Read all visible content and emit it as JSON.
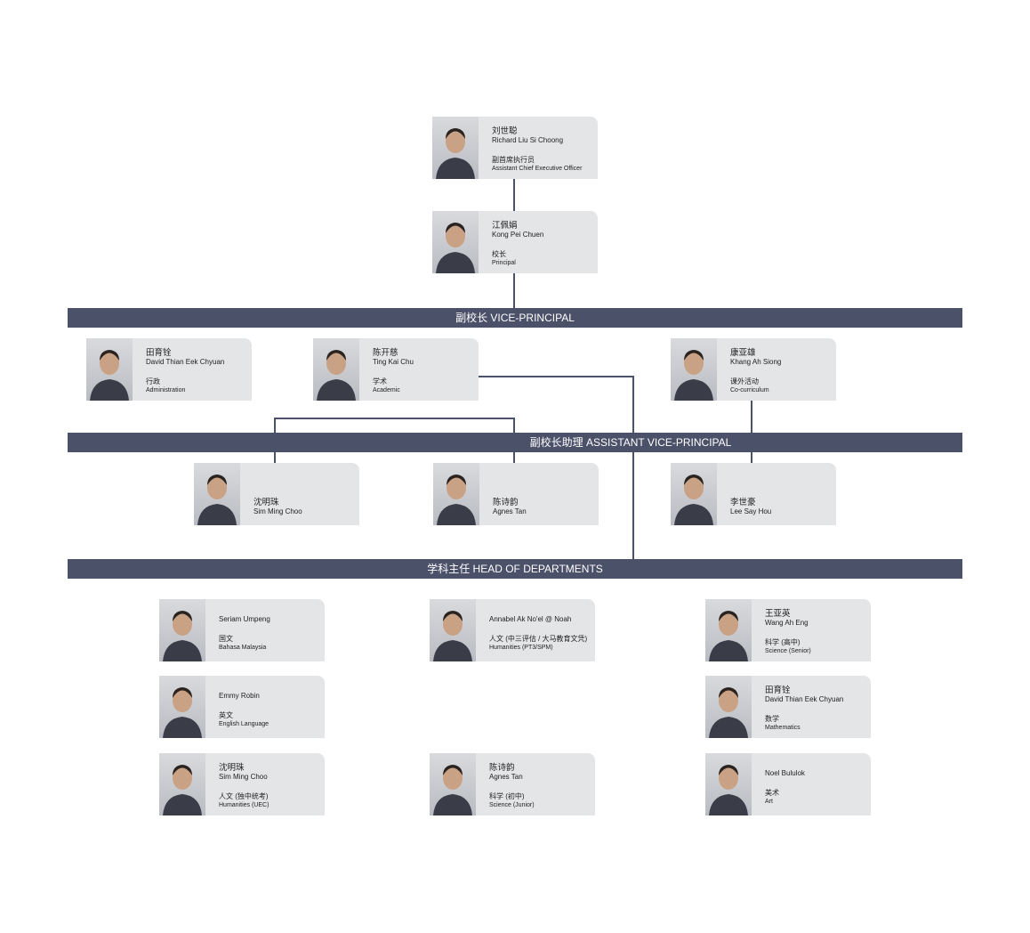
{
  "colors": {
    "bar": "#4b5169",
    "card": "#e3e5e7"
  },
  "sections": {
    "vice_principal": "副校长 VICE-PRINCIPAL",
    "assistant_vice_principal": "副校长助理 ASSISTANT VICE-PRINCIPAL",
    "head_of_departments": "学科主任 HEAD OF DEPARTMENTS"
  },
  "leadership": [
    {
      "cn": "刘世聪",
      "en": "Richard Liu Si Choong",
      "role_cn": "副首席执行员",
      "role_en": "Assistant Chief Executive Officer"
    },
    {
      "cn": "江佩娟",
      "en": "Kong Pei Chuen",
      "role_cn": "校长",
      "role_en": "Principal"
    }
  ],
  "vice_principals": [
    {
      "cn": "田育铨",
      "en": "David Thian Eek Chyuan",
      "role_cn": "行政",
      "role_en": "Administration"
    },
    {
      "cn": "陈开慈",
      "en": "Ting Kai Chu",
      "role_cn": "学术",
      "role_en": "Academic"
    },
    {
      "cn": "康亚雄",
      "en": "Khang Ah Siong",
      "role_cn": "课外活动",
      "role_en": "Co-curriculum"
    }
  ],
  "assistant_vice_principals": [
    {
      "cn": "沈明珠",
      "en": "Sim Ming Choo"
    },
    {
      "cn": "陈诗韵",
      "en": "Agnes Tan"
    },
    {
      "cn": "李世豪",
      "en": "Lee Say Hou"
    }
  ],
  "heads_of_departments": [
    {
      "cn": "",
      "en": "Seriam  Umpeng",
      "role_cn": "国文",
      "role_en": "Bahasa Malaysia"
    },
    {
      "cn": "",
      "en": "Emmy Robin",
      "role_cn": "英文",
      "role_en": "English Language"
    },
    {
      "cn": "沈明珠",
      "en": "Sim Ming Choo",
      "role_cn": "人文 (独中统考)",
      "role_en": "Humanities (UEC)"
    },
    {
      "cn": "",
      "en": "Annabel Ak No'el @ Noah",
      "role_cn": "人文 (中三评估 / 大马教育文凭)",
      "role_en": "Humanities (PT3/SPM)"
    },
    {
      "cn": "陈诗韵",
      "en": "Agnes Tan",
      "role_cn": "科学 (初中)",
      "role_en": "Science (Junior)"
    },
    {
      "cn": "王亚英",
      "en": "Wang Ah Eng",
      "role_cn": "科学 (高中)",
      "role_en": "Science (Senior)"
    },
    {
      "cn": "田育铨",
      "en": "David Thian Eek Chyuan",
      "role_cn": "数学",
      "role_en": "Mathematics"
    },
    {
      "cn": "",
      "en": "Noel Bululok",
      "role_cn": "美术",
      "role_en": "Art"
    }
  ]
}
